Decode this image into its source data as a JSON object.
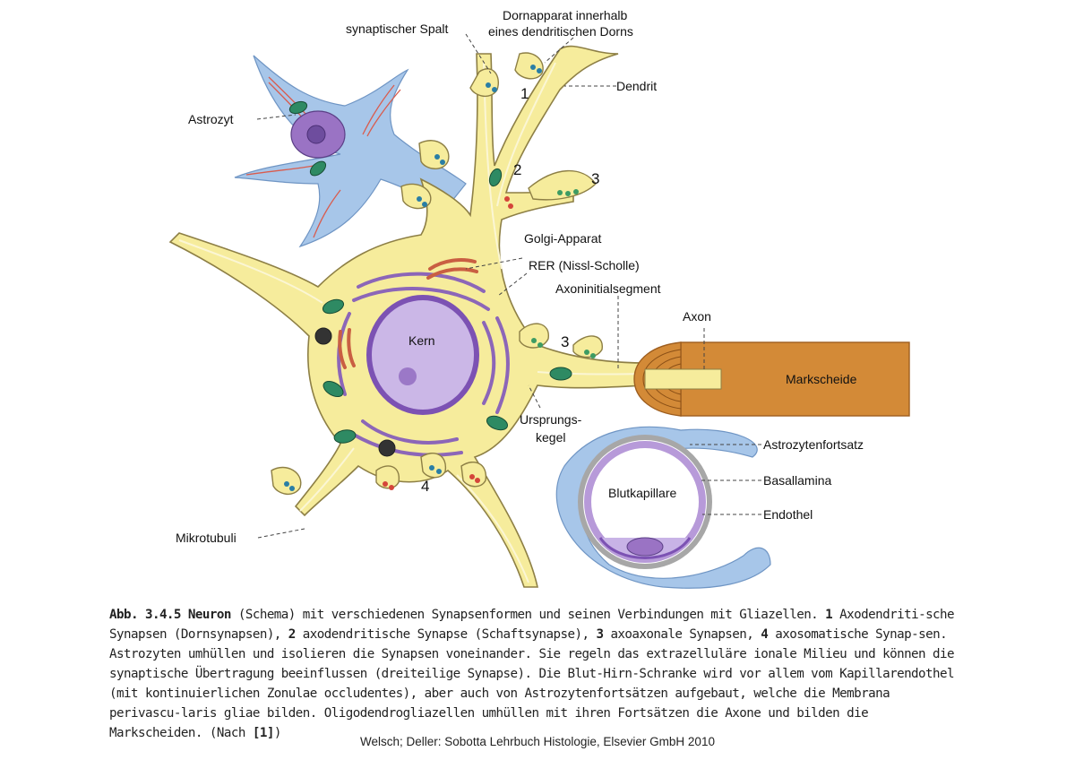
{
  "labels": {
    "synaptic_cleft": "synaptischer Spalt",
    "spine_apparatus_1": "Dornapparat innerhalb",
    "spine_apparatus_2": "eines dendritischen Dorns",
    "dendrite": "Dendrit",
    "astrocyte": "Astrozyt",
    "golgi": "Golgi-Apparat",
    "rer": "RER (Nissl-Scholle)",
    "axon_initial_segment": "Axoninitialsegment",
    "axon": "Axon",
    "nucleus": "Kern",
    "myelin": "Markscheide",
    "axon_hillock_1": "Ursprungs-",
    "axon_hillock_2": "kegel",
    "astrocyte_process": "Astrozytenfortsatz",
    "basal_lamina": "Basallamina",
    "capillary": "Blutkapillare",
    "endothelium": "Endothel",
    "microtubules": "Mikrotubuli"
  },
  "numbers": {
    "n1": "1",
    "n2": "2",
    "n3a": "3",
    "n3b": "3",
    "n4": "4"
  },
  "colors": {
    "neuron_fill": "#f6ec9c",
    "neuron_outline": "#8d7f45",
    "astrocyte_fill": "#a7c6e9",
    "nucleus_fill": "#cbb7e7",
    "myelin": "#d38a37",
    "mitochondria": "#2e8a63",
    "golgi": "#c95f42",
    "rer": "#8c66b8"
  },
  "caption": {
    "title_bold": "Abb. 3.4.5  Neuron",
    "t1": " (Schema) mit verschiedenen Synapsenformen und seinen Verbindungen mit Gliazellen. ",
    "b1": "1",
    "t2": " Axodendriti-sche Synapsen (Dornsynapsen), ",
    "b2": "2",
    "t3": " axodendritische Synapse (Schaftsynapse), ",
    "b3": "3",
    "t4": " axoaxonale Synapsen, ",
    "b4": "4",
    "t5": " axosomatische Synap-sen. Astrozyten umhüllen und isolieren die Synapsen voneinander. Sie regeln das extrazelluläre ionale Milieu und können die synaptische Übertragung beeinflussen (dreiteilige Synapse). Die Blut-Hirn-Schranke wird vor allem vom Kapillarendothel (mit kontinuierlichen Zonulae occludentes), aber auch von Astrozytenfortsätzen aufgebaut, welche die Membrana perivascu-laris gliae bilden. Oligodendrogliazellen umhüllen mit ihren Fortsätzen die Axone und bilden die Markscheiden. (Nach ",
    "b5": "[1]",
    "t6": ")"
  },
  "credit": "Welsch; Deller: Sobotta Lehrbuch Histologie, Elsevier GmbH 2010"
}
